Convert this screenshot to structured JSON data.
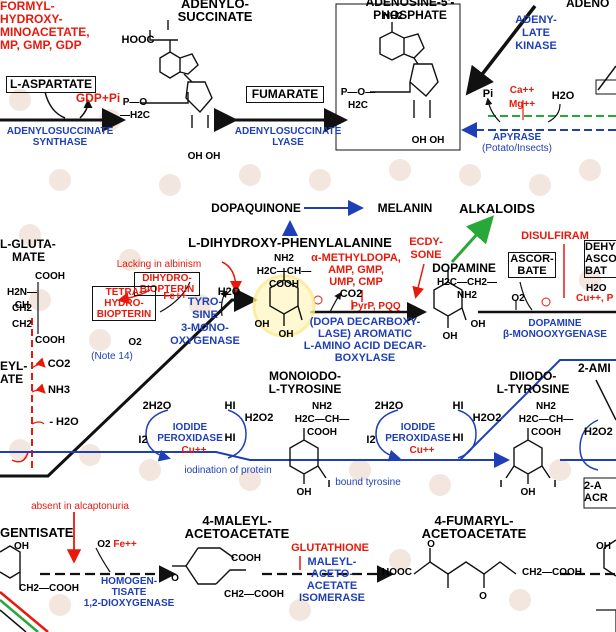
{
  "colors": {
    "black": "#111111",
    "red": "#e8190c",
    "blue": "#1f3fb7",
    "green": "#29a83a",
    "watermark": "#ead9cf"
  },
  "top": {
    "formyl": [
      "FORMYL-",
      "HYDROXY-",
      "MINOACETATE,",
      "MP, GMP, GDP"
    ],
    "l_aspartate": "L-ASPARTATE",
    "gdp_pi": "GDP+Pi",
    "synthase": [
      "ADENYLOSUCCINATE",
      "SYNTHASE"
    ],
    "adenylosuccinate": [
      "ADENYLO-",
      "SUCCINATE"
    ],
    "hooc": "HOOC",
    "fumarate": "FUMARATE",
    "lyase": [
      "ADENYLOSUCCINATE",
      "LYASE"
    ],
    "amp_title": "ADENOSINE-5'-PHOSPHATE",
    "nh2": "NH2",
    "p_o_h2c": "P—O—H2C",
    "oh": "OH",
    "h": "H",
    "n": "N",
    "adenylate_kinase": [
      "ADENY-",
      "LATE",
      "KINASE"
    ],
    "adeno_right": "ADENO",
    "pi": "Pi",
    "ca": "Ca++",
    "mg": "Mg++",
    "h2o": "H2O",
    "apyrase": [
      "APYRASE",
      "(Potato/Insects)"
    ]
  },
  "middle": {
    "dopaquinone": "DOPAQUINONE",
    "melanin": "MELANIN",
    "alkaloids": "ALKALOIDS",
    "l_gluta": [
      "L-GLUTA-",
      "MATE"
    ],
    "cooh": "COOH",
    "h2n_ch": "H2N—CH",
    "ch2": "CH2",
    "ldopa_title": "L-DIHYDROXY-PHENYLALANINE",
    "lacking": "Lacking in albinism",
    "dihydrobiopterin": [
      "DIHYDRO-",
      "BIOPTERIN"
    ],
    "h2o": "H2O",
    "tetrahydrobiopterin": [
      "TETRA-",
      "HYDRO-",
      "BIOPTERIN"
    ],
    "fe": "Fe++",
    "tyrosine_monooxygenase": [
      "TYRO-",
      "SINE",
      "3-MONO-",
      "OXYGENASE"
    ],
    "o2": "O2",
    "note14": "(Note 14)",
    "co2": "CO2",
    "nh3": "NH3",
    "minus_h2o": "- H2O",
    "eyl": [
      "EYL-",
      "ATE"
    ],
    "ldopa_chain": [
      "NH2",
      "H2C—CH—COOH"
    ],
    "methyldopa": [
      "α-METHYLDOPA,",
      "AMP, GMP,",
      "UMP, CMP"
    ],
    "ecdysone": [
      "ECDY-",
      "SONE"
    ],
    "pyrp_pqq": "PyrP, PQQ",
    "decarboxylase": [
      "(DOPA DECARBOXY-",
      "LASE) AROMATIC",
      "L-AMINO ACID DECAR-",
      "BOXYLASE"
    ],
    "dopamine": "DOPAMINE",
    "dopamine_chain": "H2C—CH2—NH2",
    "ascorbate": [
      "ASCOR-",
      "BATE"
    ],
    "disulfiram": "DISULFIRAM",
    "dopamine_mono": [
      "DOPAMINE",
      "β-MONOOXYGENASE"
    ],
    "dehyd": [
      "DEHYD",
      "ASCO",
      "BAT"
    ],
    "cu": "Cu++, P",
    "h2o_right": "H2O"
  },
  "lower": {
    "monoiodo": [
      "MONOIODO-",
      "L-TYROSINE"
    ],
    "diiodo": [
      "DIIODO-",
      "L-TYROSINE"
    ],
    "two_ami": "2-AMI",
    "two_h2o": "2H2O",
    "hi": "HI",
    "h2o2": "H2O2",
    "i2": "I2",
    "iodide_peroxidase": [
      "IODIDE",
      "PEROXIDASE"
    ],
    "cu": "Cu++",
    "iodination": "iodination of protein",
    "bound_tyrosine": "bound tyrosine",
    "i": "I",
    "two_a": [
      "2-A",
      "ACR"
    ],
    "absent": "absent in alcaptonuria",
    "gentisate": "GENTISATE",
    "ch2_cooh": "CH2—COOH",
    "homogentisate": [
      "HOMOGEN-",
      "TISATE",
      "1,2-DIOXYGENASE"
    ],
    "maleyl_title": [
      "4-MALEYL-",
      "ACETOACETATE"
    ],
    "glutathione": "GLUTATHIONE",
    "isomerase": [
      "MALEYL-",
      "ACETO-",
      "ACETATE",
      "ISOMERASE"
    ],
    "fumaryl_title": [
      "4-FUMARYL-",
      "ACETOACETATE"
    ],
    "cooh": "COOH",
    "hooc": "HOOC",
    "o": "O",
    "ch2_cooh2": "CH2—COOH",
    "ch2": "CH2"
  }
}
